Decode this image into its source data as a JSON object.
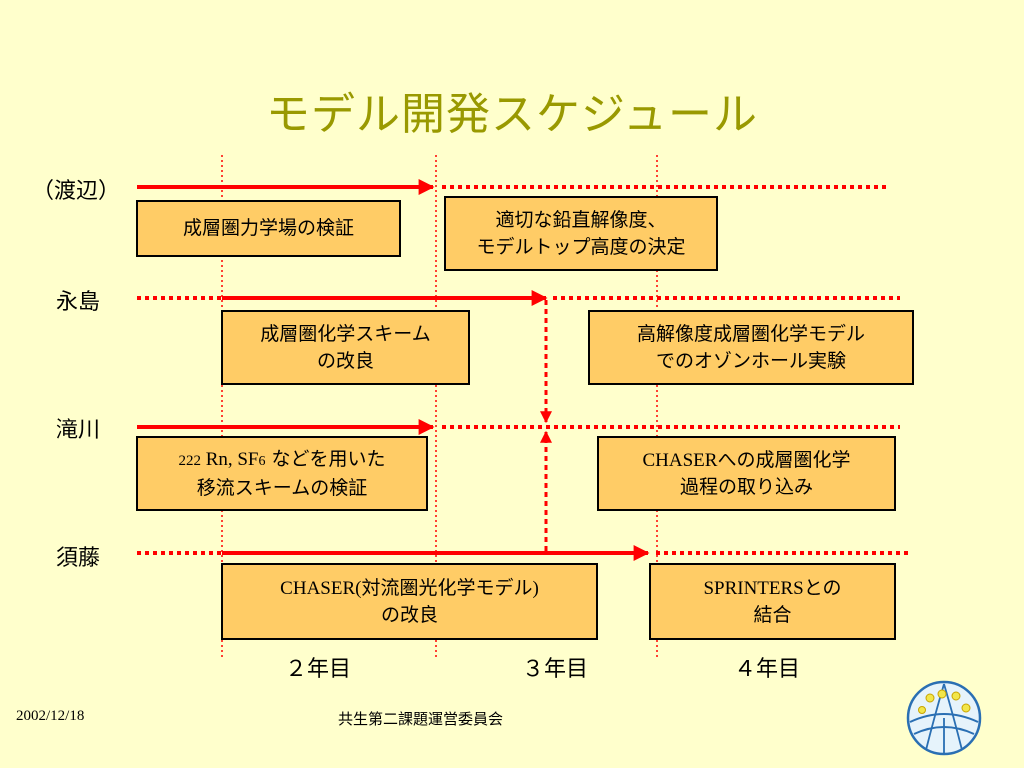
{
  "title": "モデル開発スケジュール",
  "rows": [
    {
      "label": "（渡辺）"
    },
    {
      "label": "永島"
    },
    {
      "label": "滝川"
    },
    {
      "label": "須藤"
    }
  ],
  "boxes": {
    "watanabe_1": "成層圏力学場の検証",
    "watanabe_2a": "適切な鉛直解像度、",
    "watanabe_2b": "モデルトップ高度の決定",
    "nagashima_1a": "成層圏化学スキーム",
    "nagashima_1b": "の改良",
    "nagashima_2a": "高解像度成層圏化学モデル",
    "nagashima_2b": "でのオゾンホール実験",
    "takigawa_1_num": "222",
    "takigawa_1_rn": " Rn, SF",
    "takigawa_1_sub": "6",
    "takigawa_1_rest": " などを用いた",
    "takigawa_1b": "移流スキームの検証",
    "takigawa_2_chaser": "CHASER",
    "takigawa_2_rest": "への成層圏化学",
    "takigawa_2b": "過程の取り込み",
    "sudo_1_chaser": "CHASER(",
    "sudo_1_mid": "対流圏光化学モデル",
    "sudo_1_close": ")",
    "sudo_1b": "の改良",
    "sudo_2_spr": "SPRINTERS",
    "sudo_2_rest": "との",
    "sudo_2b": "結合"
  },
  "years": [
    "２年目",
    "３年目",
    "４年目"
  ],
  "footer": {
    "date": "2002/12/18",
    "org": "共生第二課題運営委員会"
  },
  "colors": {
    "background": "#ffffcc",
    "title": "#999900",
    "box": "#ffcc66",
    "line": "#ff0000"
  },
  "icons": [
    "globe-logo-icon"
  ]
}
